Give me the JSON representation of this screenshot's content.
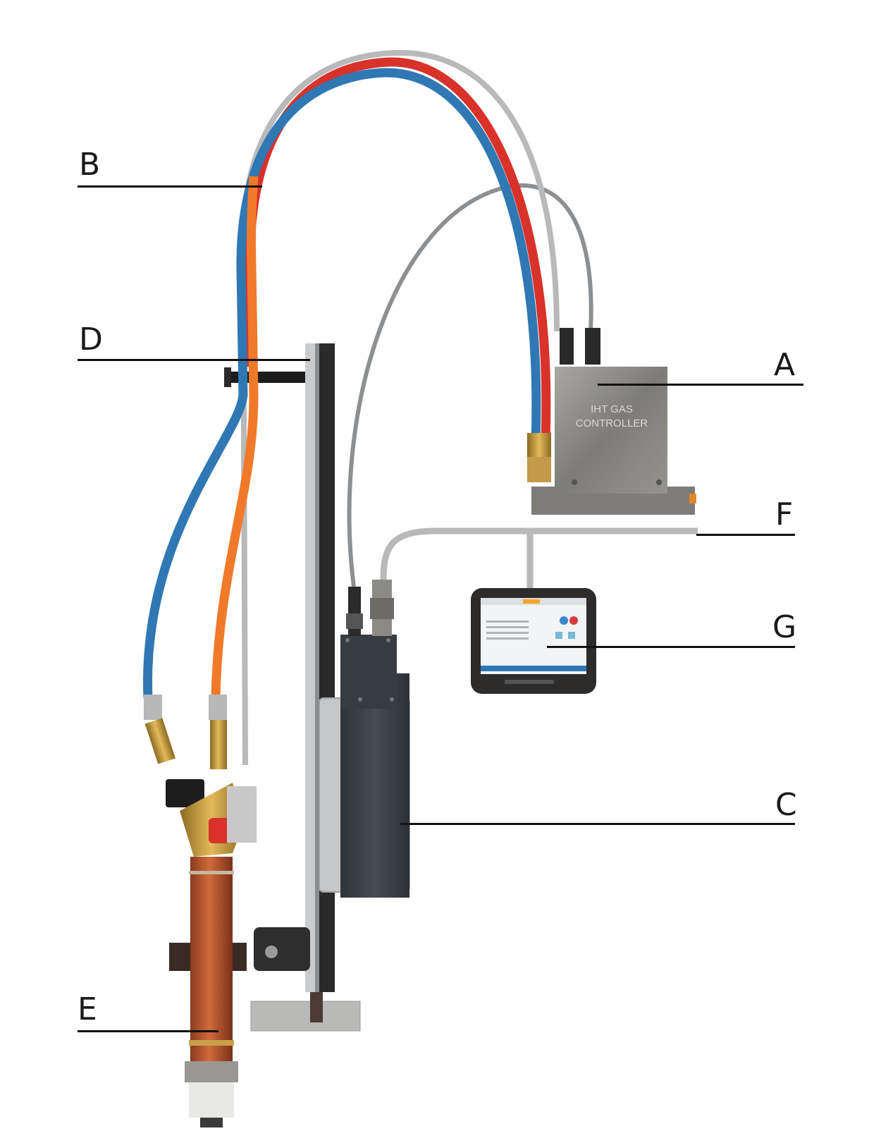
{
  "figure": {
    "callouts": [
      {
        "id": "A",
        "label": "A"
      },
      {
        "id": "B",
        "label": "B"
      },
      {
        "id": "C",
        "label": "C"
      },
      {
        "id": "D",
        "label": "D"
      },
      {
        "id": "E",
        "label": "E"
      },
      {
        "id": "F",
        "label": "F"
      },
      {
        "id": "G",
        "label": "G"
      }
    ],
    "controller_text_line1": "IHT GAS",
    "controller_text_line2": "CONTROLLER",
    "colors": {
      "hose_blue": "#2f78b4",
      "hose_red": "#d8322a",
      "hose_orange": "#f07a2a",
      "hose_grey": "#b8b9bb",
      "cable_grey": "#8d9092",
      "steel": "#8b8986",
      "dark_housing": "#3b4044",
      "copper": "#b4502c",
      "brass": "#c99a3c"
    }
  }
}
